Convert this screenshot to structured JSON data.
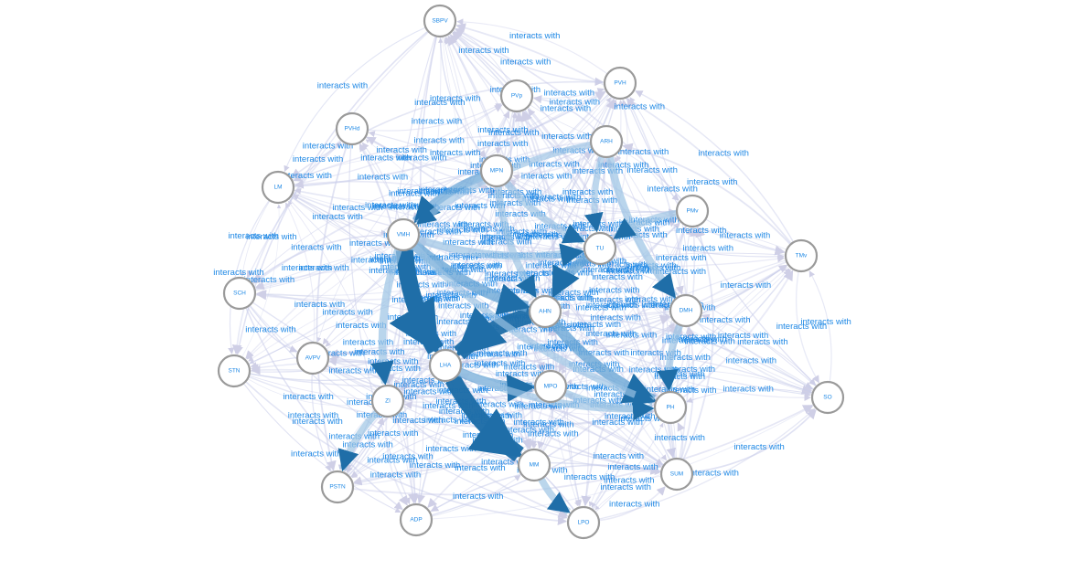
{
  "graph": {
    "edge_label": "interacts with",
    "nodes": [
      {
        "id": "SBPV"
      },
      {
        "id": "PVH"
      },
      {
        "id": "PVp"
      },
      {
        "id": "PVHd"
      },
      {
        "id": "ARH"
      },
      {
        "id": "MPN"
      },
      {
        "id": "LM"
      },
      {
        "id": "PMv"
      },
      {
        "id": "VMH"
      },
      {
        "id": "TU"
      },
      {
        "id": "TMv"
      },
      {
        "id": "SCH"
      },
      {
        "id": "AHN"
      },
      {
        "id": "DMH"
      },
      {
        "id": "AVPV"
      },
      {
        "id": "STN"
      },
      {
        "id": "LHA"
      },
      {
        "id": "MPO"
      },
      {
        "id": "ZI"
      },
      {
        "id": "PH"
      },
      {
        "id": "SO"
      },
      {
        "id": "MM"
      },
      {
        "id": "SUM"
      },
      {
        "id": "PSTN"
      },
      {
        "id": "ADP"
      },
      {
        "id": "LPO"
      }
    ],
    "strong_edges": [
      {
        "from": "VMH",
        "to": "LHA",
        "weight": 1.0
      },
      {
        "from": "LHA",
        "to": "MM",
        "weight": 0.95
      },
      {
        "from": "AHN",
        "to": "LHA",
        "weight": 0.9
      },
      {
        "from": "VMH",
        "to": "AHN",
        "weight": 0.55
      },
      {
        "from": "AHN",
        "to": "PH",
        "weight": 0.55
      },
      {
        "from": "TU",
        "to": "AHN",
        "weight": 0.5
      },
      {
        "from": "LHA",
        "to": "MPO",
        "weight": 0.45
      },
      {
        "from": "MPN",
        "to": "VMH",
        "weight": 0.4
      },
      {
        "from": "VMH",
        "to": "TU",
        "weight": 0.35
      },
      {
        "from": "ARH",
        "to": "DMH",
        "weight": 0.35
      },
      {
        "from": "VMH",
        "to": "ZI",
        "weight": 0.35
      },
      {
        "from": "MPN",
        "to": "AHN",
        "weight": 0.3
      },
      {
        "from": "PMv",
        "to": "TU",
        "weight": 0.3
      },
      {
        "from": "MPO",
        "to": "PH",
        "weight": 0.3
      },
      {
        "from": "MM",
        "to": "LPO",
        "weight": 0.3
      },
      {
        "from": "ZI",
        "to": "PSTN",
        "weight": 0.3
      },
      {
        "from": "LHA",
        "to": "PH",
        "weight": 0.3
      },
      {
        "from": "DMH",
        "to": "PH",
        "weight": 0.3
      },
      {
        "from": "VMH",
        "to": "PH",
        "weight": 0.3
      },
      {
        "from": "MPN",
        "to": "TU",
        "weight": 0.3
      },
      {
        "from": "ARH",
        "to": "VMH",
        "weight": 0.25
      },
      {
        "from": "ARH",
        "to": "TU",
        "weight": 0.25
      }
    ]
  }
}
